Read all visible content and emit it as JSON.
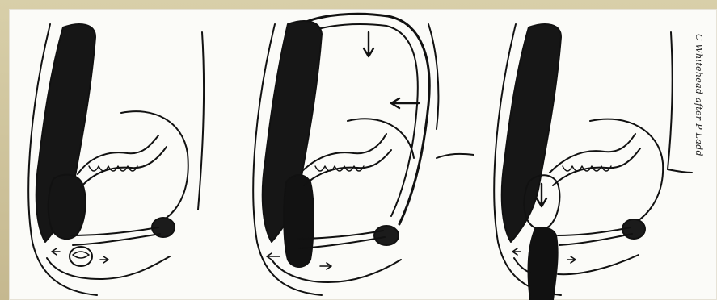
{
  "diagram": {
    "panels": [
      {
        "name": "left-anatomy-panel"
      },
      {
        "name": "middle-anatomy-panel"
      },
      {
        "name": "right-anatomy-panel"
      }
    ],
    "credit_text": "C Whitehead after P Ladd",
    "colors": {
      "frame": "#c9bd97",
      "paper": "#fbfbf8",
      "ink": "#111111"
    }
  }
}
